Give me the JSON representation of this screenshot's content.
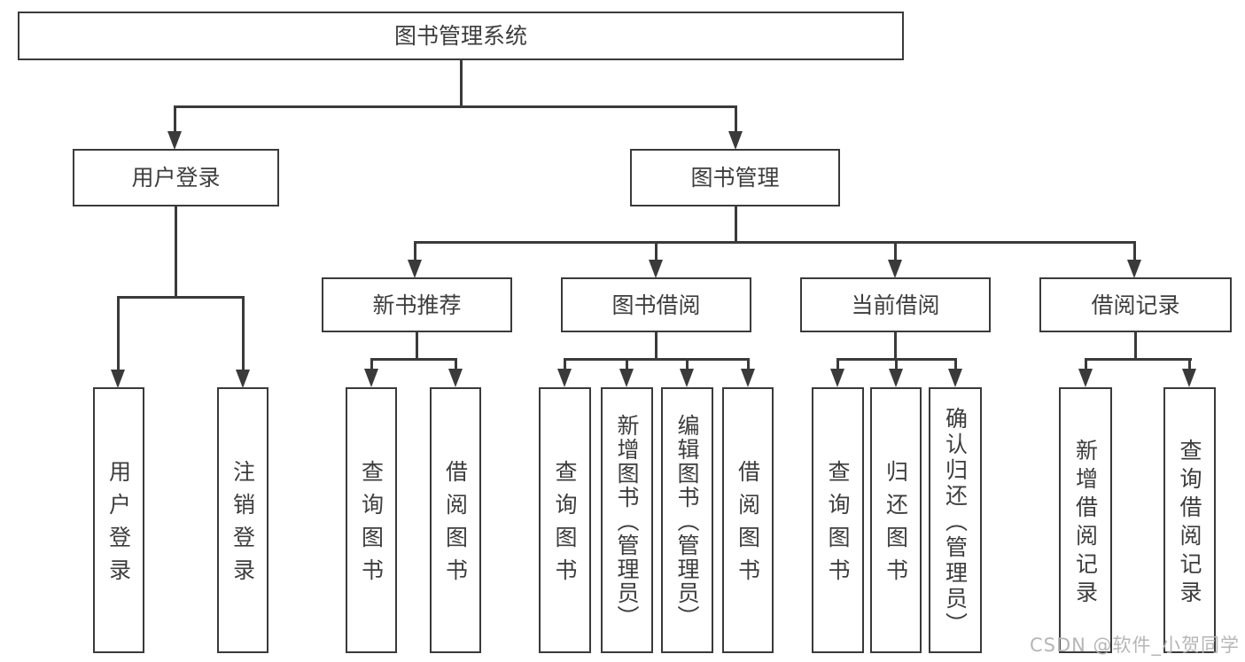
{
  "tree": {
    "root": {
      "label": "图书管理系统"
    },
    "user_login": {
      "label": "用户登录",
      "children": [
        {
          "label": "用户登录"
        },
        {
          "label": "注销登录"
        }
      ]
    },
    "book_mgmt": {
      "label": "图书管理",
      "sections": [
        {
          "label": "新书推荐",
          "children": [
            {
              "label": "查询图书"
            },
            {
              "label": "借阅图书"
            }
          ]
        },
        {
          "label": "图书借阅",
          "children": [
            {
              "label": "查询图书"
            },
            {
              "label": "新增图书（管理员）"
            },
            {
              "label": "编辑图书（管理员）"
            },
            {
              "label": "借阅图书"
            }
          ]
        },
        {
          "label": "当前借阅",
          "children": [
            {
              "label": "查询图书"
            },
            {
              "label": "归还图书"
            },
            {
              "label": "确认归还（管理员）"
            }
          ]
        },
        {
          "label": "借阅记录",
          "children": [
            {
              "label": "新增借阅记录"
            },
            {
              "label": "查询借阅记录"
            }
          ]
        }
      ]
    }
  },
  "watermark": {
    "text": "CSDN @软件_小贺同学"
  },
  "colors": {
    "line": "#3a3a3a",
    "box_border": "#3a3a3a",
    "text": "#3d3d3d",
    "watermark": "#b2b2b2",
    "background": "#ffffff"
  }
}
